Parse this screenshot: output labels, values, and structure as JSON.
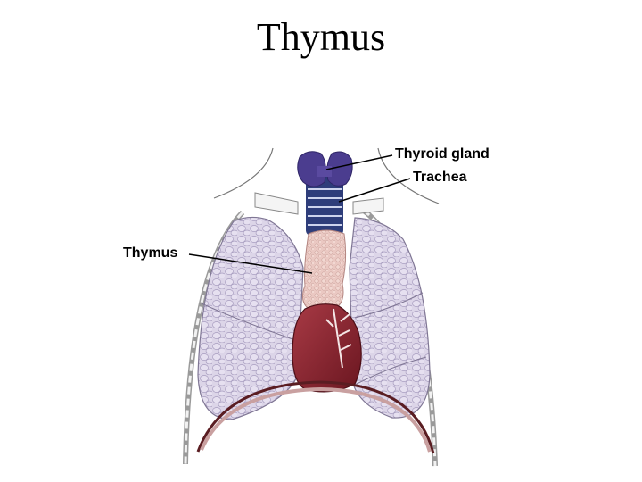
{
  "title": "Thymus",
  "labels": {
    "thyroid": "Thyroid gland",
    "trachea": "Trachea",
    "thymus": "Thymus"
  },
  "colors": {
    "thyroid": "#4b3d8f",
    "trachea": "#2e3d7a",
    "thymus": "#e8c4c0",
    "heart": "#8a2330",
    "lung": "#d9d2e6",
    "diaphragm": "#c9a0a0"
  }
}
